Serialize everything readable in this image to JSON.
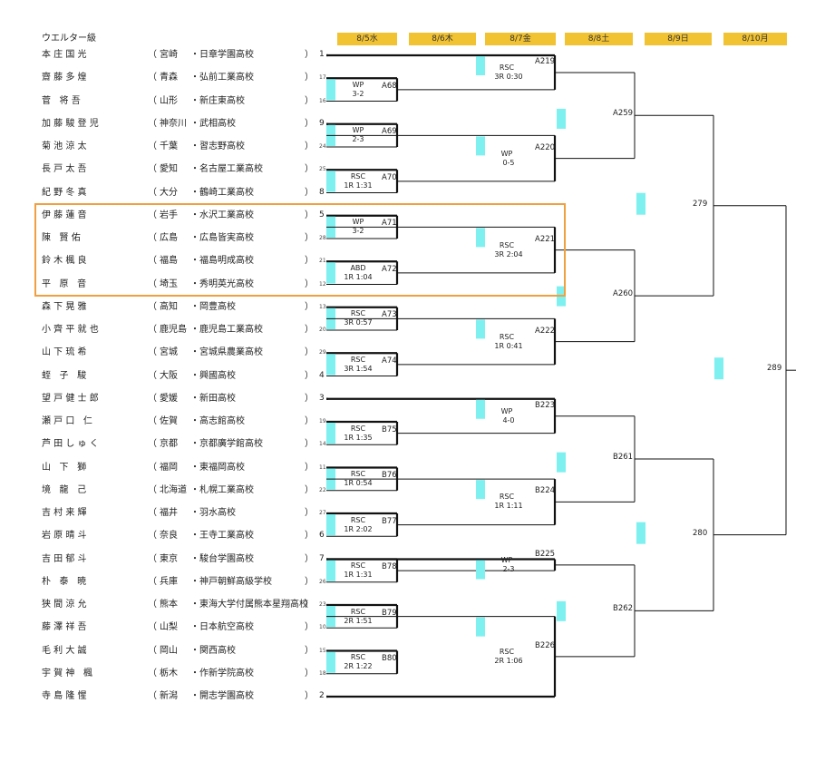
{
  "category": "ウエルター級",
  "dates": [
    "8/5水",
    "8/6木",
    "8/7金",
    "8/8土",
    "8/9日",
    "8/10月"
  ],
  "colors": {
    "date_bg": "#f1c232",
    "marker": "#7ff0f0",
    "highlight": "#f0a040"
  },
  "entries": [
    {
      "name": "本 庄 国 光",
      "pref": "宮崎",
      "school": "・日章学園高校",
      "seed": "1",
      "sub": ""
    },
    {
      "name": "齋 藤 多 煌",
      "pref": "青森",
      "school": "・弘前工業高校",
      "seed": "",
      "sub": "17"
    },
    {
      "name": "菅   将 吾",
      "pref": "山形",
      "school": "・新庄東高校",
      "seed": "",
      "sub": "16"
    },
    {
      "name": "加 藤 駿 登 児",
      "pref": "神奈川",
      "school": "・武相高校",
      "seed": "9",
      "sub": ""
    },
    {
      "name": "菊 池 涼 太",
      "pref": "千葉",
      "school": "・習志野高校",
      "seed": "",
      "sub": "24"
    },
    {
      "name": "長 戸 太 吾",
      "pref": "愛知",
      "school": "・名古屋工業高校",
      "seed": "",
      "sub": "25"
    },
    {
      "name": "紀 野 冬 真",
      "pref": "大分",
      "school": "・鶴崎工業高校",
      "seed": "8",
      "sub": ""
    },
    {
      "name": "伊 藤 蓮 音",
      "pref": "岩手",
      "school": "・水沢工業高校",
      "seed": "5",
      "sub": ""
    },
    {
      "name": "陳   賢 佑",
      "pref": "広島",
      "school": "・広島皆実高校",
      "seed": "",
      "sub": "28"
    },
    {
      "name": "鈴 木 楓 良",
      "pref": "福島",
      "school": "・福島明成高校",
      "seed": "",
      "sub": "21"
    },
    {
      "name": "平   原   音",
      "pref": "埼玉",
      "school": "・秀明英光高校",
      "seed": "",
      "sub": "12"
    },
    {
      "name": "森 下 晃 雅",
      "pref": "高知",
      "school": "・岡豊高校",
      "seed": "",
      "sub": "13"
    },
    {
      "name": "小 齊 平 就 也",
      "pref": "鹿児島",
      "school": "・鹿児島工業高校",
      "seed": "",
      "sub": "20"
    },
    {
      "name": "山 下 琉 希",
      "pref": "宮城",
      "school": "・宮城県農業高校",
      "seed": "",
      "sub": "29"
    },
    {
      "name": "蛭   子   駿",
      "pref": "大阪",
      "school": "・興國高校",
      "seed": "4",
      "sub": ""
    },
    {
      "name": "望 戸 健 士 郎",
      "pref": "愛媛",
      "school": "・新田高校",
      "seed": "3",
      "sub": ""
    },
    {
      "name": "瀬 戸 口   仁",
      "pref": "佐賀",
      "school": "・高志館高校",
      "seed": "",
      "sub": "19"
    },
    {
      "name": "芦 田 し ゅ く",
      "pref": "京都",
      "school": "・京都廣学館高校",
      "seed": "",
      "sub": "14"
    },
    {
      "name": "山   下   獅",
      "pref": "福岡",
      "school": "・東福岡高校",
      "seed": "",
      "sub": "11"
    },
    {
      "name": "境   龍   己",
      "pref": "北海道",
      "school": "・札幌工業高校",
      "seed": "",
      "sub": "22"
    },
    {
      "name": "吉 村 来 輝",
      "pref": "福井",
      "school": "・羽水高校",
      "seed": "",
      "sub": "27"
    },
    {
      "name": "岩 原 晴 斗",
      "pref": "奈良",
      "school": "・王寺工業高校",
      "seed": "6",
      "sub": ""
    },
    {
      "name": "吉 田 郁 斗",
      "pref": "東京",
      "school": "・駿台学園高校",
      "seed": "7",
      "sub": ""
    },
    {
      "name": "朴   泰   暁",
      "pref": "兵庫",
      "school": "・神戸朝鮮高級学校",
      "seed": "",
      "sub": "26"
    },
    {
      "name": "狭 間 涼 允",
      "pref": "熊本",
      "school": "・東海大学付属熊本星翔高校",
      "seed": "",
      "sub": "23"
    },
    {
      "name": "藤 澤 祥 吾",
      "pref": "山梨",
      "school": "・日本航空高校",
      "seed": "",
      "sub": "10"
    },
    {
      "name": "毛 利 大 誠",
      "pref": "岡山",
      "school": "・関西高校",
      "seed": "",
      "sub": "15"
    },
    {
      "name": "宇 賀 神   楓",
      "pref": "栃木",
      "school": "・作新学院高校",
      "seed": "",
      "sub": "18"
    },
    {
      "name": "寺 島 隆 惺",
      "pref": "新潟",
      "school": "・開志学園高校",
      "seed": "2",
      "sub": ""
    }
  ],
  "round1": [
    {
      "bout": "A68",
      "r1": "WP",
      "r2": "3-2"
    },
    {
      "bout": "A69",
      "r1": "WP",
      "r2": "2-3"
    },
    {
      "bout": "A70",
      "r1": "RSC",
      "r2": "1R 1:31"
    },
    {
      "bout": "A71",
      "r1": "WP",
      "r2": "3-2"
    },
    {
      "bout": "A72",
      "r1": "ABD",
      "r2": "1R 1:04"
    },
    {
      "bout": "A73",
      "r1": "RSC",
      "r2": "3R 0:57"
    },
    {
      "bout": "A74",
      "r1": "RSC",
      "r2": "3R 1:54"
    },
    {
      "bout": "B75",
      "r1": "RSC",
      "r2": "1R 1:35"
    },
    {
      "bout": "B76",
      "r1": "RSC",
      "r2": "1R 0:54"
    },
    {
      "bout": "B77",
      "r1": "RSC",
      "r2": "1R 2:02"
    },
    {
      "bout": "B78",
      "r1": "RSC",
      "r2": "1R 1:31"
    },
    {
      "bout": "B79",
      "r1": "RSC",
      "r2": "2R 1:51"
    },
    {
      "bout": "B80",
      "r1": "RSC",
      "r2": "2R 1:22"
    }
  ],
  "round2": [
    {
      "bout": "A219",
      "r1": "RSC",
      "r2": "3R 0:30"
    },
    {
      "bout": "A220",
      "r1": "WP",
      "r2": "0-5"
    },
    {
      "bout": "A221",
      "r1": "RSC",
      "r2": "3R 2:04"
    },
    {
      "bout": "A222",
      "r1": "RSC",
      "r2": "1R 0:41"
    },
    {
      "bout": "B223",
      "r1": "WP",
      "r2": "4-0"
    },
    {
      "bout": "B224",
      "r1": "RSC",
      "r2": "1R 1:11"
    },
    {
      "bout": "B225",
      "r1": "WP",
      "r2": "2-3"
    },
    {
      "bout": "B226",
      "r1": "RSC",
      "r2": "2R 1:06"
    }
  ],
  "round3": [
    "A259",
    "A260",
    "B261",
    "B262"
  ],
  "round4": [
    "279",
    "280"
  ],
  "final": "289"
}
